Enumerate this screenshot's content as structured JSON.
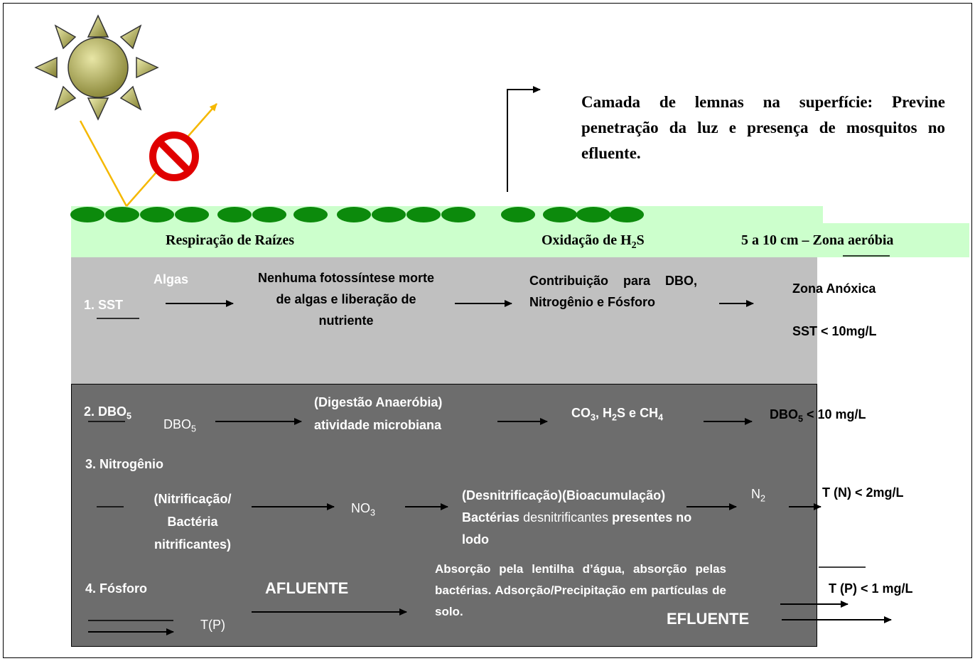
{
  "caption": "Camada de lemnas na superfície: Previne penetração da luz e presença de mosquitos no efluente.",
  "surface": {
    "respiracao": "Respiração de Raízes",
    "oxidacao": "Oxidação de H",
    "oxidacao_sub": "2",
    "oxidacao_end": "S",
    "zona_aerobia": "5 a 10 cm – Zona aeróbia"
  },
  "sst_row": {
    "label": "1. SST",
    "algas": "Algas",
    "fotossintese": "Nenhuma fotossíntese morte de algas e liberação de nutriente",
    "contribuicao": "Contribuição para DBO, Nitrogênio e Fósforo",
    "zona_anoxica": "Zona Anóxica",
    "sst_limit": "SST < 10mg/L"
  },
  "dbo_row": {
    "label": "2. DBO",
    "label_sub": "5",
    "input": "DBO",
    "input_sub": "5",
    "digestao": "(Digestão Anaeróbia) atividade microbiana",
    "products_1": "CO",
    "products_1_sub": "3",
    "products_2": ", H",
    "products_2_sub": "2",
    "products_3": "S e CH",
    "products_3_sub": "4",
    "limit": "DBO",
    "limit_sub": "5",
    "limit_end": " < 10 mg/L"
  },
  "n_row": {
    "label": "3. Nitrogênio",
    "nitrificacao": "(Nitrificação/ Bactéria nitrificantes)",
    "no3": "NO",
    "no3_sub": "3",
    "desnit_bold": "(Desnitrificação)(Bioacumulação) Bactérias",
    "desnit_normal": "desnitrificantes",
    "desnit_end": "presentes no lodo",
    "n2": "N",
    "n2_sub": "2",
    "limit": "T (N) < 2mg/L"
  },
  "p_row": {
    "label": "4. Fósforo",
    "input": "T(P)",
    "afluente": "AFLUENTE",
    "absorcao": "Absorção pela lentilha d’água, absorção pelas bactérias. Adsorção/Precipitação em partículas de solo.",
    "efluente": "EFLUENTE",
    "limit": "T (P) < 1 mg/L"
  }
}
